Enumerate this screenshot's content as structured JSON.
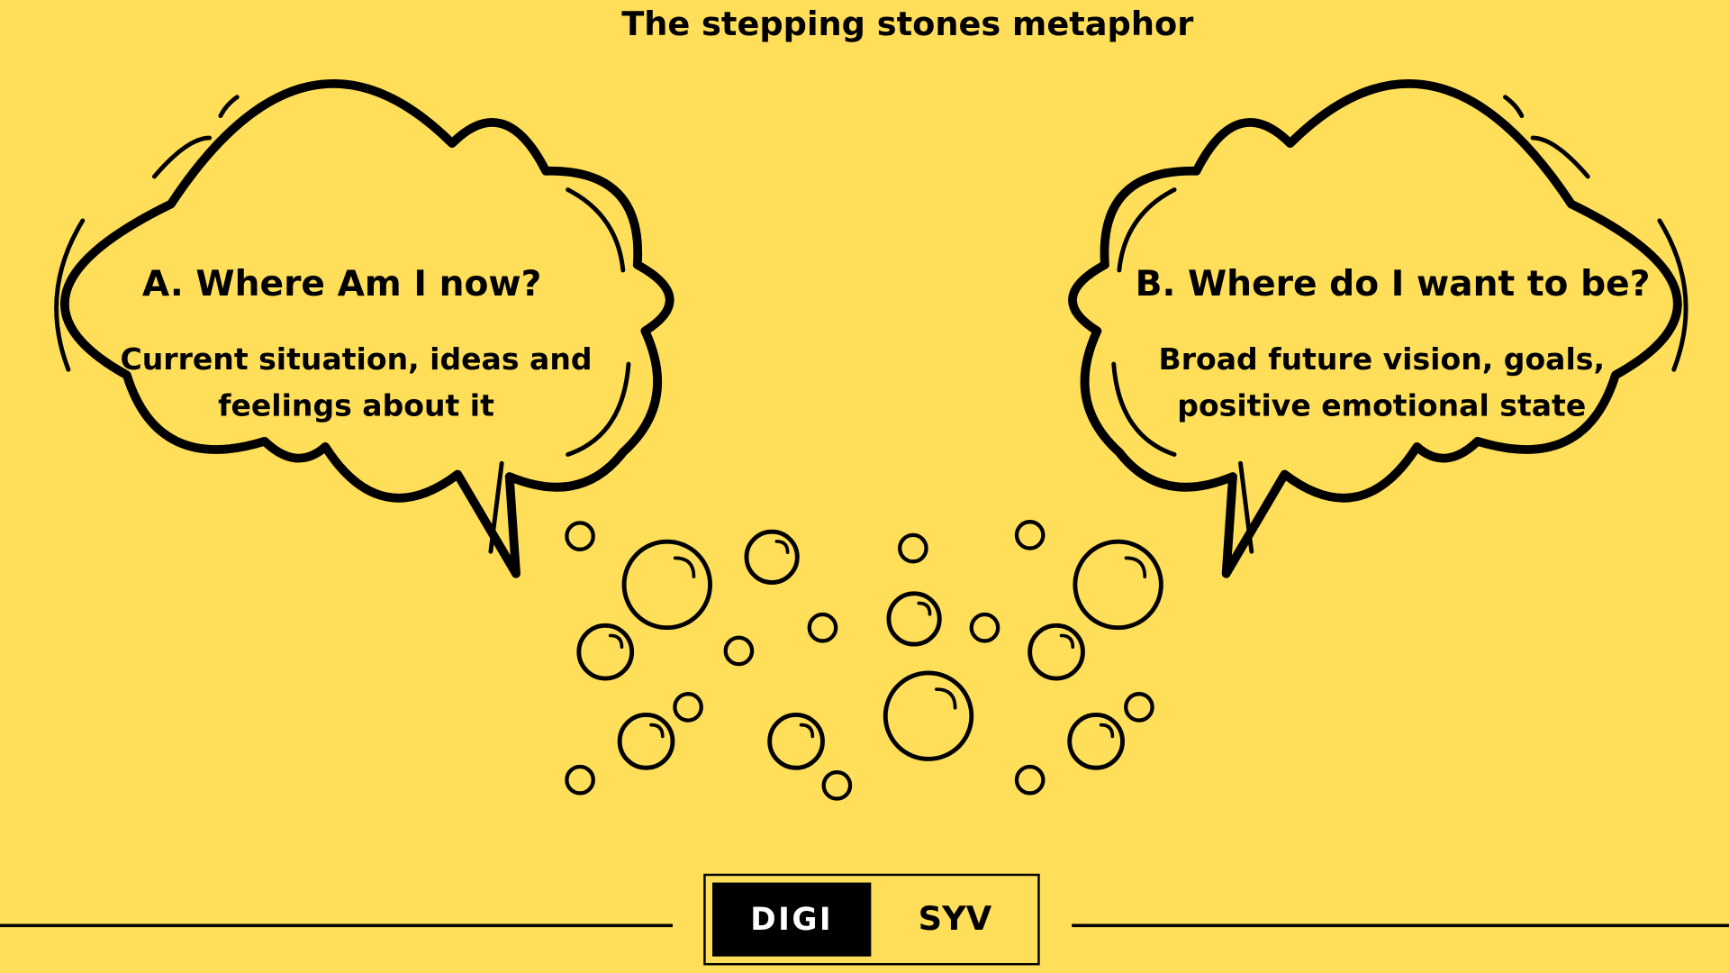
{
  "title": "The stepping stones metaphor",
  "bubble_a": {
    "heading": "A. Where Am I now?",
    "lines": [
      "Current situation, ideas and",
      "feelings about it"
    ]
  },
  "bubble_b": {
    "heading": "B. Where do I want to be?",
    "lines": [
      "Broad future vision, goals,",
      "positive emotional state"
    ]
  },
  "logo": {
    "left": "DIGI",
    "right": "SYV"
  },
  "colors": {
    "background": "#FFDE59",
    "ink": "#000000"
  }
}
